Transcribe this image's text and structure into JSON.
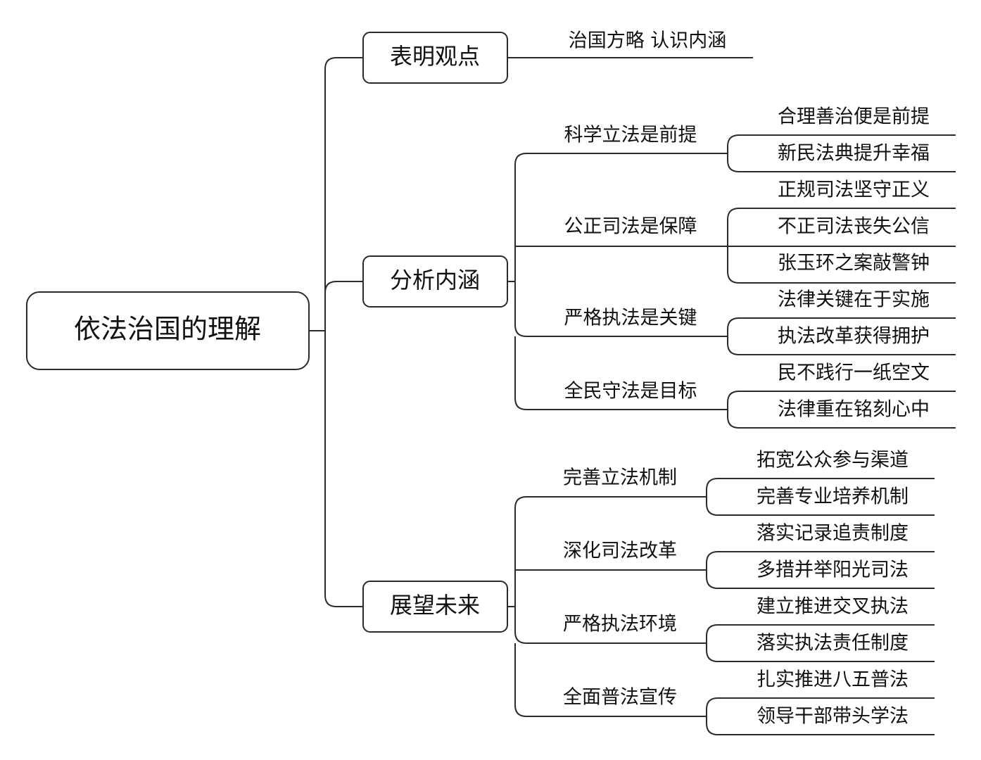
{
  "root": "依法治国的理解",
  "branches": [
    {
      "label": "表明观点",
      "subs": [
        {
          "label": "治国方略  认识内涵",
          "leaves": []
        }
      ]
    },
    {
      "label": "分析内涵",
      "subs": [
        {
          "label": "科学立法是前提",
          "leaves": [
            "合理善治便是前提",
            "新民法典提升幸福"
          ]
        },
        {
          "label": "公正司法是保障",
          "leaves": [
            "正规司法坚守正义",
            "不正司法丧失公信",
            "张玉环之案敲警钟"
          ]
        },
        {
          "label": "严格执法是关键",
          "leaves": [
            "法律关键在于实施",
            "执法改革获得拥护"
          ]
        },
        {
          "label": "全民守法是目标",
          "leaves": [
            "民不践行一纸空文",
            "法律重在铭刻心中"
          ]
        }
      ]
    },
    {
      "label": "展望未来",
      "subs": [
        {
          "label": "完善立法机制",
          "leaves": [
            "拓宽公众参与渠道",
            "完善专业培养机制"
          ]
        },
        {
          "label": "深化司法改革",
          "leaves": [
            "落实记录追责制度",
            "多措并举阳光司法"
          ]
        },
        {
          "label": "严格执法环境",
          "leaves": [
            "建立推进交叉执法",
            "落实执法责任制度"
          ]
        },
        {
          "label": "全面普法宣传",
          "leaves": [
            "扎实推进八五普法",
            "领导干部带头学法"
          ]
        }
      ]
    }
  ]
}
